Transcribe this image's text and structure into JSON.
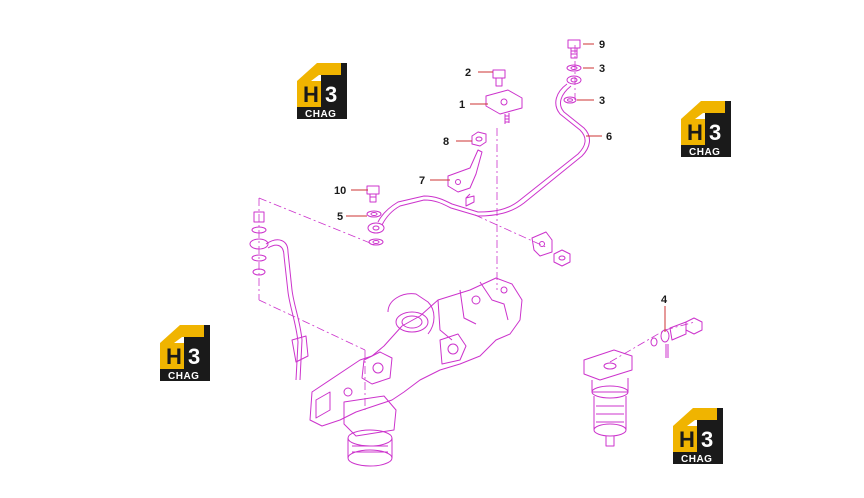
{
  "diagram": {
    "callouts": [
      {
        "id": "c9",
        "label": "9"
      },
      {
        "id": "c3a",
        "label": "3"
      },
      {
        "id": "c3b",
        "label": "3"
      },
      {
        "id": "c2",
        "label": "2"
      },
      {
        "id": "c1",
        "label": "1"
      },
      {
        "id": "c6",
        "label": "6"
      },
      {
        "id": "c8",
        "label": "8"
      },
      {
        "id": "c7",
        "label": "7"
      },
      {
        "id": "c10",
        "label": "10"
      },
      {
        "id": "c5",
        "label": "5"
      },
      {
        "id": "c4",
        "label": "4"
      }
    ],
    "line_color": "#cc33cc",
    "leader_color": "#cc3333"
  },
  "watermark": {
    "letter_h": "H",
    "letter_3": "3",
    "word": "CHAG",
    "accent_color": "#f0b400",
    "dark_color": "#1a1a1a"
  }
}
